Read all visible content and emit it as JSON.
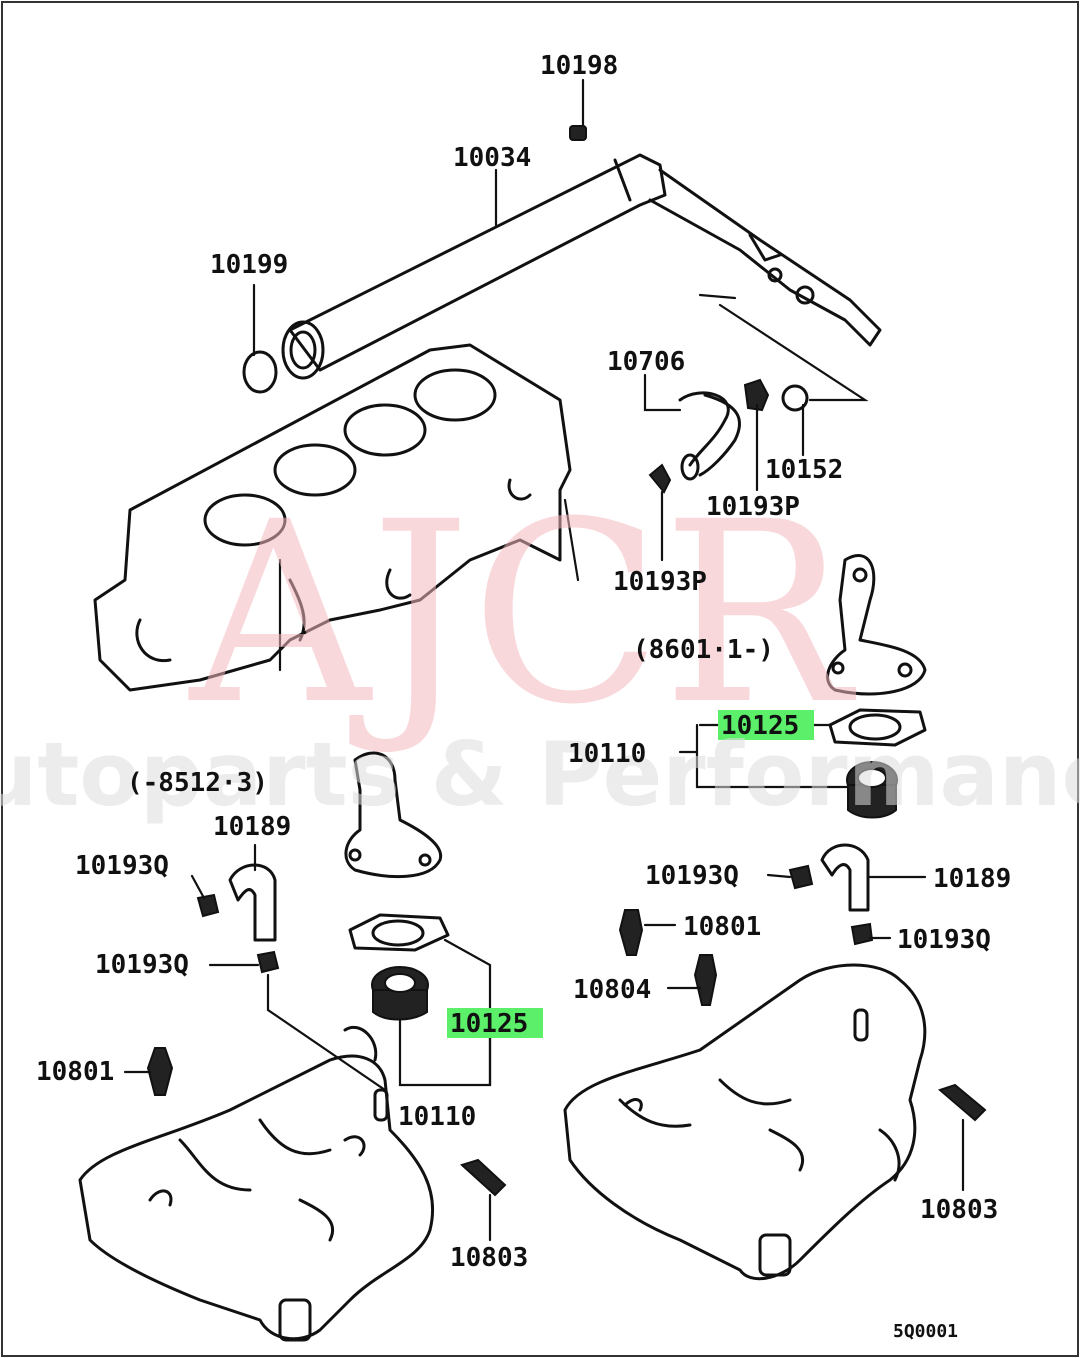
{
  "watermark": {
    "brand": "AJCR",
    "tagline": "Autoparts & Performance"
  },
  "diagram_code": "5Q0001",
  "callouts": {
    "c10198": "10198",
    "c10034": "10034",
    "c10199": "10199",
    "c10706": "10706",
    "c10152": "10152",
    "c10193p_a": "10193P",
    "c10193p_b": "10193P",
    "c8601": "(8601·1-)",
    "c10125_right": "10125",
    "c10110_right": "10110",
    "c8512": "(-8512·3)",
    "c10189_left": "10189",
    "c10193q_left_a": "10193Q",
    "c10193q_left_b": "10193Q",
    "c10125_left": "10125",
    "c10801_left": "10801",
    "c10110_left": "10110",
    "c10803_left": "10803",
    "c10193q_right_a": "10193Q",
    "c10189_right": "10189",
    "c10801_right": "10801",
    "c10193q_right_b": "10193Q",
    "c10804": "10804",
    "c10803_right": "10803"
  },
  "highlight_color": "#5cf06a",
  "watermark_color": "#f4b8bf"
}
